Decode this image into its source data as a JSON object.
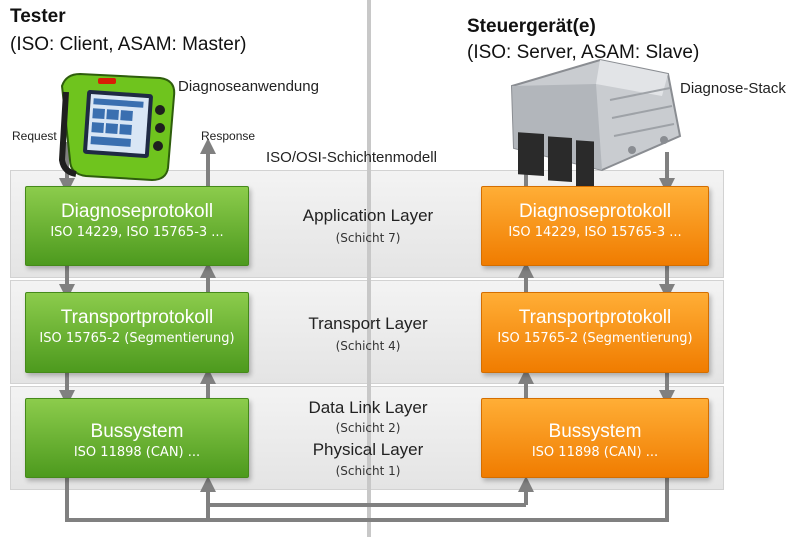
{
  "tester": {
    "title": "Tester",
    "roles": "(ISO: Client, ASAM: Master)",
    "app_label": "Diagnoseanwendung",
    "request_label": "Request",
    "response_label": "Response"
  },
  "ecu": {
    "title": "Steuergerät(e)",
    "roles": "(ISO: Server, ASAM: Slave)",
    "stack_label": "Diagnose-Stack"
  },
  "model_title": "ISO/OSI-Schichtenmodell",
  "layers": [
    {
      "left": {
        "title": "Diagnoseprotokoll",
        "sub": "ISO 14229, ISO 15765-3 ..."
      },
      "name": "Application Layer",
      "num": "(Schicht 7)",
      "right": {
        "title": "Diagnoseprotokoll",
        "sub": "ISO 14229, ISO 15765-3 ..."
      }
    },
    {
      "left": {
        "title": "Transportprotokoll",
        "sub": "ISO 15765-2 (Segmentierung)"
      },
      "name": "Transport Layer",
      "num": "(Schicht 4)",
      "right": {
        "title": "Transportprotokoll",
        "sub": "ISO 15765-2 (Segmentierung)"
      }
    },
    {
      "left": {
        "title": "Bussystem",
        "sub": "ISO 11898 (CAN) ..."
      },
      "name": "Data Link Layer",
      "num": "(Schicht 2)",
      "name2": "Physical Layer",
      "num2": "(Schicht 1)",
      "right": {
        "title": "Bussystem",
        "sub": "ISO 11898 (CAN) ..."
      }
    }
  ],
  "colors": {
    "green": "#5aa82a",
    "orange": "#f58a0e",
    "arrow": "#808080"
  }
}
